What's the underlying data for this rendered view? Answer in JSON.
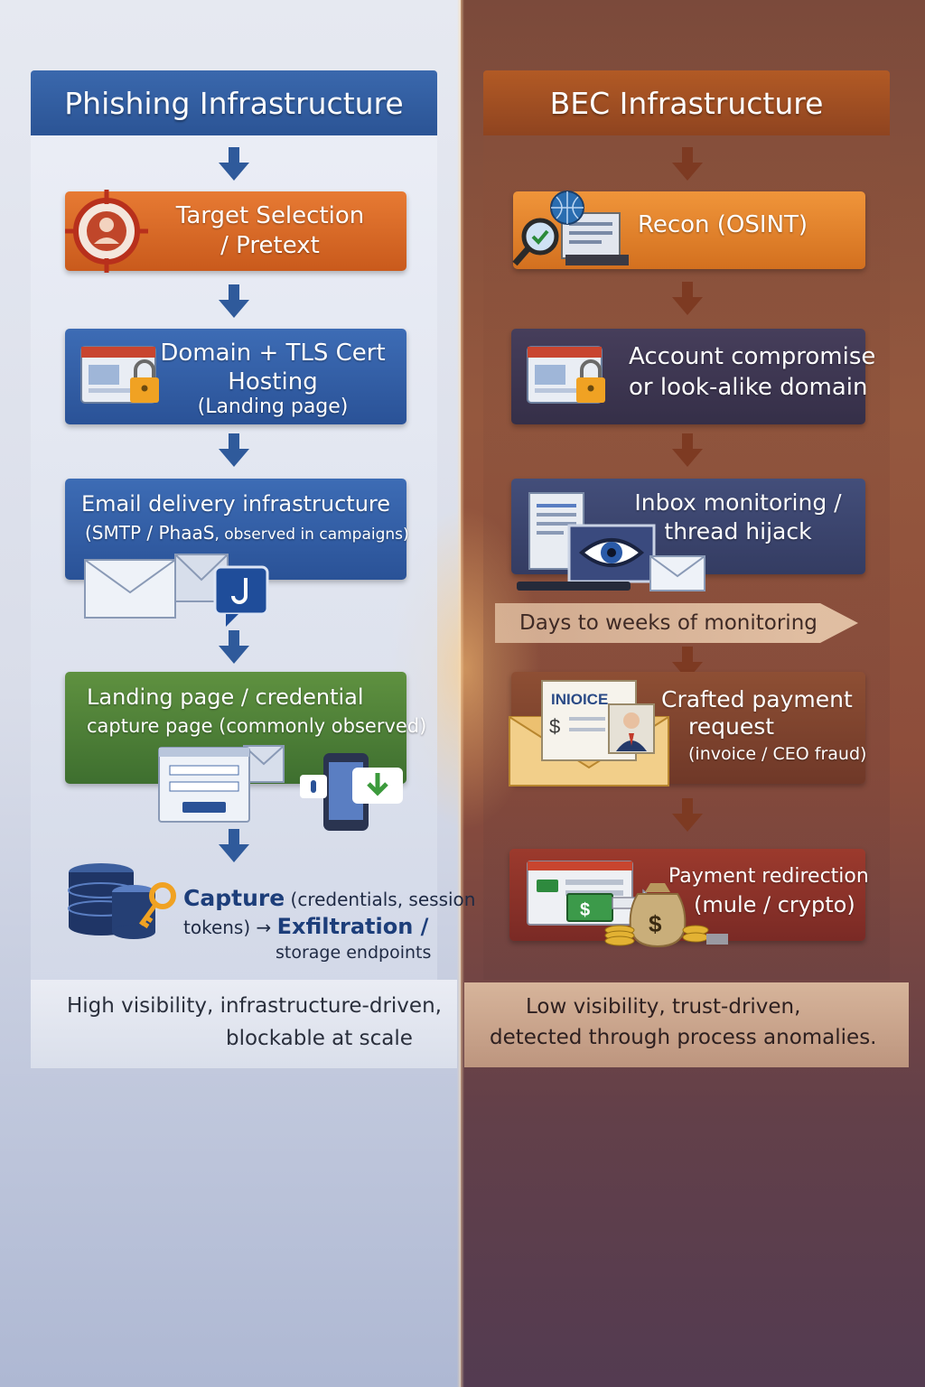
{
  "phishing": {
    "title": "Phishing Infrastructure",
    "steps": [
      {
        "line1": "Target Selection",
        "line2": "/ Pretext"
      },
      {
        "line1": "Domain + TLS Cert",
        "line2": "Hosting",
        "line3": "(Landing page)"
      },
      {
        "line1": "Email delivery infrastructure",
        "line2a": "(SMTP / PhaaS",
        "line2b": ", observed in campaigns)"
      },
      {
        "line1": "Landing page / credential",
        "line2": "capture page (commonly observed)"
      },
      {
        "bold1": "Capture",
        "rest1": " (credentials, session",
        "line2a": "tokens) → ",
        "bold2": "Exfiltration /",
        "line3": "storage endpoints"
      }
    ],
    "footer": {
      "line1": "High visibility, infrastructure-driven,",
      "line2": "blockable at scale"
    }
  },
  "bec": {
    "title": "BEC Infrastructure",
    "steps": [
      {
        "line1": "Recon (OSINT)"
      },
      {
        "line1": "Account compromise",
        "line2": "or look-alike domain"
      },
      {
        "line1": "Inbox monitoring /",
        "line2": "thread hijack"
      },
      {
        "line1": "Crafted payment",
        "line2": "request",
        "line3": "(invoice / CEO fraud)",
        "invoice_label": "INIOICE"
      },
      {
        "line1": "Payment redirection",
        "line2": "(mule / crypto)"
      }
    ],
    "banner": "Days to weeks of monitoring",
    "footer": {
      "line1": "Low visibility, trust-driven,",
      "line2": "detected through process anomalies."
    }
  },
  "colors": {
    "phish_header": "#2f5a9b",
    "bec_header": "#a14f22",
    "arrow_blue": "#2f5a9b",
    "arrow_brown": "#7d3a22"
  },
  "icons": {
    "target_selection": "target-person-icon",
    "domain_hosting": "browser-lock-icon",
    "email_delivery": "envelope-hook-icon",
    "landing_page": "login-form-phone-icon",
    "capture": "database-key-icon",
    "recon": "globe-magnifier-icon",
    "account_compromise": "browser-lock-icon",
    "inbox_monitoring": "laptop-eye-icon",
    "payment_request": "invoice-envelope-icon",
    "payment_redirection": "money-bag-icon"
  }
}
